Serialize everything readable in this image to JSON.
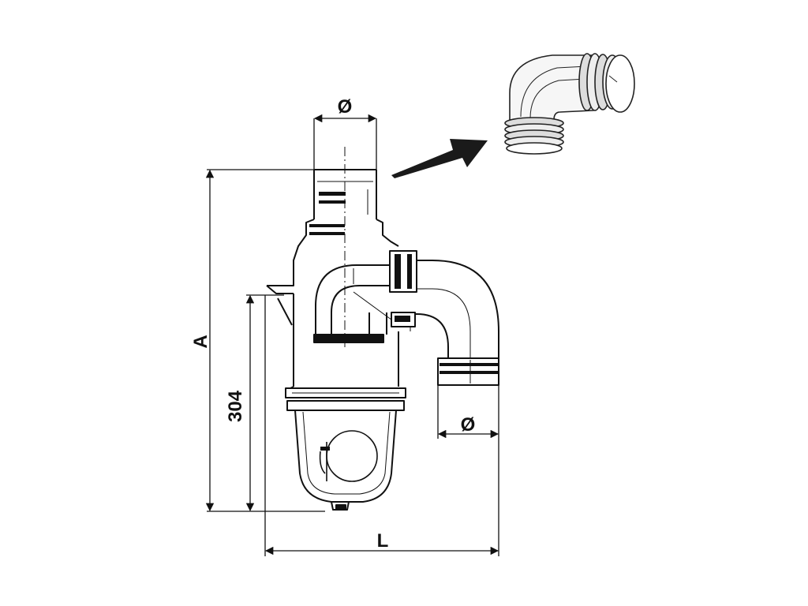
{
  "drawing": {
    "labels": {
      "inlet_diameter": "Ø",
      "outlet_diameter": "Ø",
      "height_total": "A",
      "height_inlet": "304",
      "length_total": "L"
    },
    "colors": {
      "line": "#111111",
      "background": "#ffffff",
      "arrow": "#1a1a1a",
      "fitting_shade": "#cfcfcf"
    },
    "icons": [
      "elbow-fitting-icon",
      "arrow-right-icon"
    ]
  }
}
